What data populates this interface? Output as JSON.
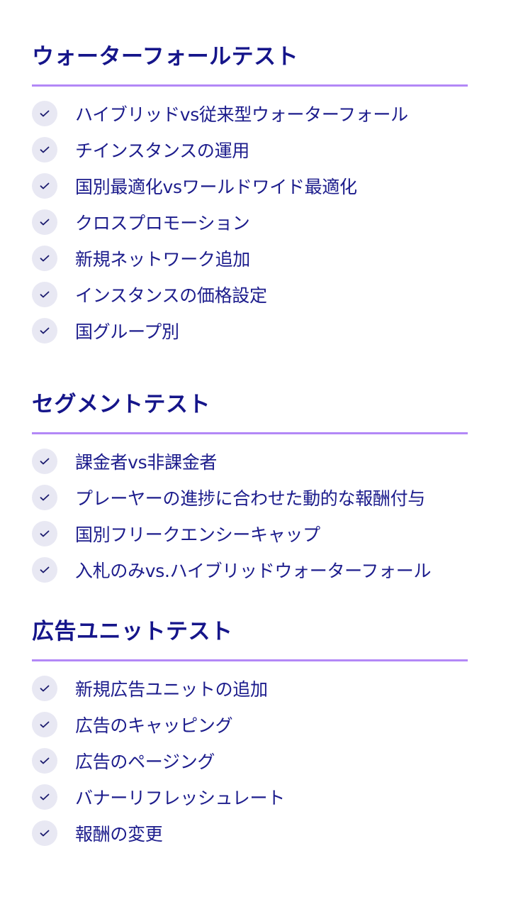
{
  "sections": [
    {
      "title": "ウォーターフォールテスト",
      "items": [
        "ハイブリッドvs従来型ウォーターフォール",
        "チインスタンスの運用",
        "国別最適化vsワールドワイド最適化",
        "クロスプロモーション",
        "新規ネットワーク追加",
        "インスタンスの価格設定",
        "国グループ別"
      ]
    },
    {
      "title": "セグメントテスト",
      "items": [
        "課金者vs非課金者",
        "プレーヤーの進捗に合わせた動的な報酬付与",
        "国別フリークエンシーキャップ",
        "入札のみvs.ハイブリッドウォーターフォール"
      ]
    },
    {
      "title": "広告ユニットテスト",
      "items": [
        "新規広告ユニットの追加",
        "広告のキャッピング",
        "広告のページング",
        "バナーリフレッシュレート",
        "報酬の変更"
      ]
    }
  ],
  "colors": {
    "heading": "#15158a",
    "rule": "#b388f7",
    "check_bg": "#e8e8f3",
    "text": "#1c1c8c"
  }
}
